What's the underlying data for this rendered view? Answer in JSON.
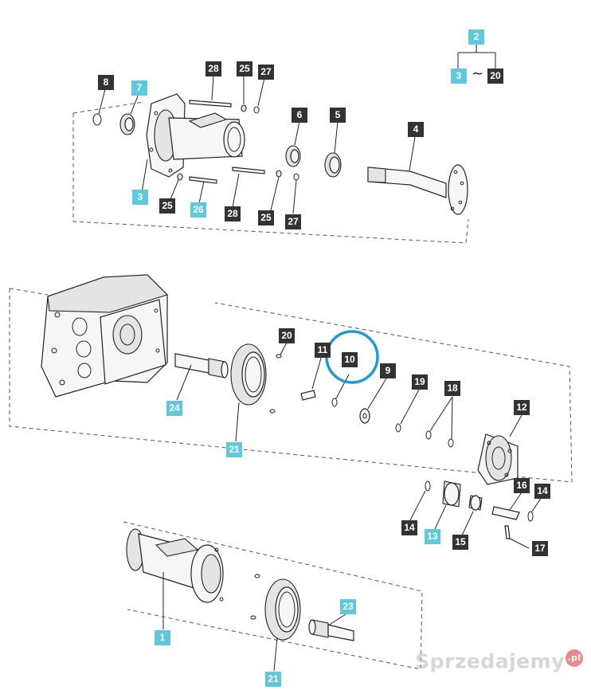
{
  "callouts": [
    {
      "label": "2",
      "style": "cyan"
    },
    {
      "label": "3",
      "style": "cyan"
    },
    {
      "label": "20",
      "style": "dark"
    },
    {
      "label": "8",
      "style": "dark"
    },
    {
      "label": "7",
      "style": "cyan"
    },
    {
      "label": "28",
      "style": "dark"
    },
    {
      "label": "25",
      "style": "dark"
    },
    {
      "label": "27",
      "style": "dark"
    },
    {
      "label": "6",
      "style": "dark"
    },
    {
      "label": "5",
      "style": "dark"
    },
    {
      "label": "4",
      "style": "dark"
    },
    {
      "label": "3",
      "style": "cyan"
    },
    {
      "label": "25",
      "style": "dark"
    },
    {
      "label": "26",
      "style": "cyan"
    },
    {
      "label": "28",
      "style": "dark"
    },
    {
      "label": "25",
      "style": "dark"
    },
    {
      "label": "27",
      "style": "dark"
    },
    {
      "label": "20",
      "style": "dark"
    },
    {
      "label": "11",
      "style": "dark"
    },
    {
      "label": "10",
      "style": "dark"
    },
    {
      "label": "9",
      "style": "dark"
    },
    {
      "label": "19",
      "style": "dark"
    },
    {
      "label": "18",
      "style": "dark"
    },
    {
      "label": "24",
      "style": "cyan"
    },
    {
      "label": "21",
      "style": "cyan"
    },
    {
      "label": "12",
      "style": "dark"
    },
    {
      "label": "16",
      "style": "dark"
    },
    {
      "label": "14",
      "style": "dark"
    },
    {
      "label": "14",
      "style": "dark"
    },
    {
      "label": "13",
      "style": "cyan"
    },
    {
      "label": "15",
      "style": "dark"
    },
    {
      "label": "17",
      "style": "dark"
    },
    {
      "label": "23",
      "style": "cyan"
    },
    {
      "label": "1",
      "style": "cyan"
    },
    {
      "label": "21",
      "style": "cyan"
    }
  ],
  "range_symbol": "~",
  "highlight_color": "#1e9bd7",
  "watermark": {
    "text": "Sprzedajemy",
    "badge": ".pl"
  }
}
